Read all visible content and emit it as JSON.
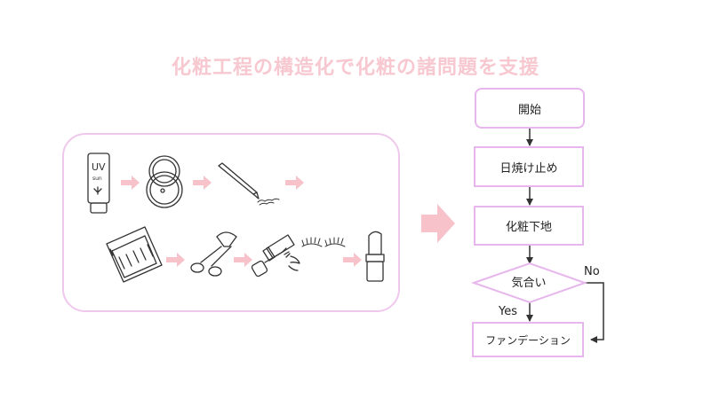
{
  "title": "化粧工程の構造化で化粧の諸問題を支援",
  "tools": {
    "sunscreen_text_1": "UV",
    "sunscreen_text_2": "sun"
  },
  "flowchart": {
    "start": "開始",
    "step1": "日焼け止め",
    "step2": "化粧下地",
    "decision": "気合い",
    "step3": "ファンデーション",
    "yes_label": "Yes",
    "no_label": "No"
  },
  "colors": {
    "title": "#f7c8d0",
    "panel_border": "#f0c8ec",
    "node_border": "#e7b6ec",
    "arrow_pink": "#f7c2ca"
  }
}
